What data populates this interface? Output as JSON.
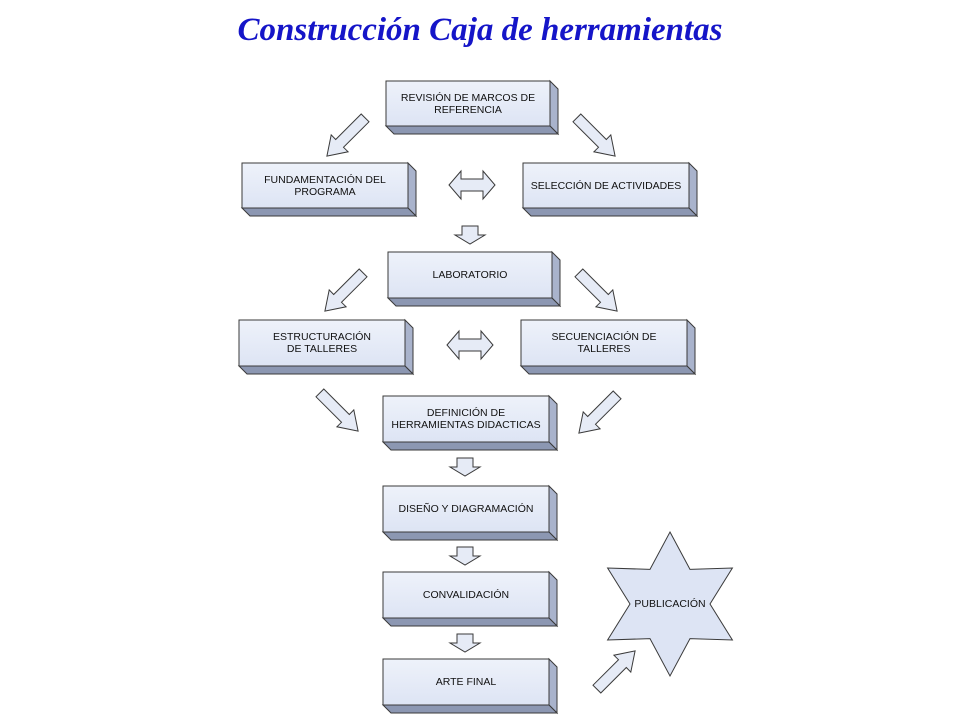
{
  "title": "Construcción Caja de herramientas",
  "colors": {
    "title": "#1515c8",
    "box_face": "#dde4f4",
    "box_face_top": "#eef2fa",
    "box_side": "#a9b3cc",
    "box_bottom": "#8c97b2",
    "outline": "#3a3a3a",
    "arrow_fill": "#e6ebf6"
  },
  "nodes": {
    "revision": "REVISIÓN DE MARCOS DE\nREFERENCIA",
    "fundamentacion": "FUNDAMENTACIÓN DEL\nPROGRAMA",
    "seleccion": "SELECCIÓN DE ACTIVIDADES",
    "laboratorio": "LABORATORIO",
    "estructuracion": "ESTRUCTURACIÓN\nDE TALLERES",
    "secuenciacion": "SECUENCIACIÓN DE\nTALLERES",
    "definicion": "DEFINICIÓN DE\nHERRAMIENTAS DIDACTICAS",
    "diseno": "DISEÑO Y DIAGRAMACIÓN",
    "convalidacion": "CONVALIDACIÓN",
    "arte_final": "ARTE FINAL",
    "publicacion": "PUBLICACIÓN"
  },
  "icons": {
    "diagonal_arrow": "block-arrow-icon",
    "down_arrow": "down-arrow-icon",
    "double_arrow": "double-arrow-icon",
    "star": "six-point-star-icon"
  }
}
